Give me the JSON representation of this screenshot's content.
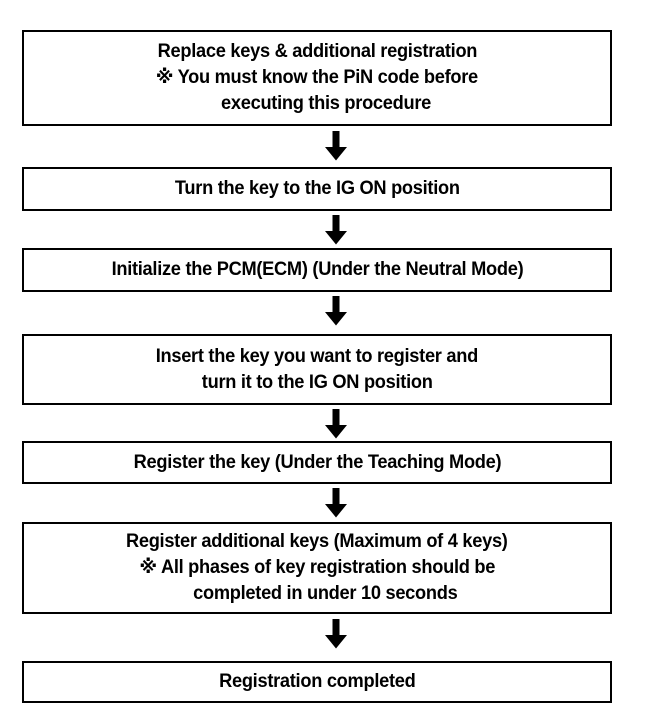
{
  "diagram": {
    "title": "Replace keys & additional registration procedure",
    "type": "flowchart",
    "orientation": "vertical",
    "colors": {
      "background": "#ffffff",
      "box_border": "#000000",
      "box_fill": "#ffffff",
      "text": "#000000",
      "arrow": "#000000"
    },
    "steps": [
      {
        "index": 1,
        "lines": [
          "Replace keys & additional registration",
          "※ You must know the PiN code before",
          "executing this procedure"
        ]
      },
      {
        "index": 2,
        "lines": [
          "Turn the key to the IG ON position"
        ]
      },
      {
        "index": 3,
        "lines": [
          "Initialize the PCM(ECM) (Under the Neutral Mode)"
        ]
      },
      {
        "index": 4,
        "lines": [
          "Insert the key you want to register and",
          "turn it to the IG ON position"
        ]
      },
      {
        "index": 5,
        "lines": [
          "Register the key (Under the Teaching Mode)"
        ]
      },
      {
        "index": 6,
        "lines": [
          "Register additional keys (Maximum of 4 keys)",
          "※ All phases of key registration should be",
          "completed in under 10 seconds"
        ]
      },
      {
        "index": 7,
        "lines": [
          "Registration completed"
        ]
      }
    ],
    "arrows": [
      {
        "index": 1,
        "from_step": 1,
        "to_step": 2,
        "direction": "down"
      },
      {
        "index": 2,
        "from_step": 2,
        "to_step": 3,
        "direction": "down"
      },
      {
        "index": 3,
        "from_step": 3,
        "to_step": 4,
        "direction": "down"
      },
      {
        "index": 4,
        "from_step": 4,
        "to_step": 5,
        "direction": "down"
      },
      {
        "index": 5,
        "from_step": 5,
        "to_step": 6,
        "direction": "down"
      },
      {
        "index": 6,
        "from_step": 6,
        "to_step": 7,
        "direction": "down"
      }
    ]
  }
}
